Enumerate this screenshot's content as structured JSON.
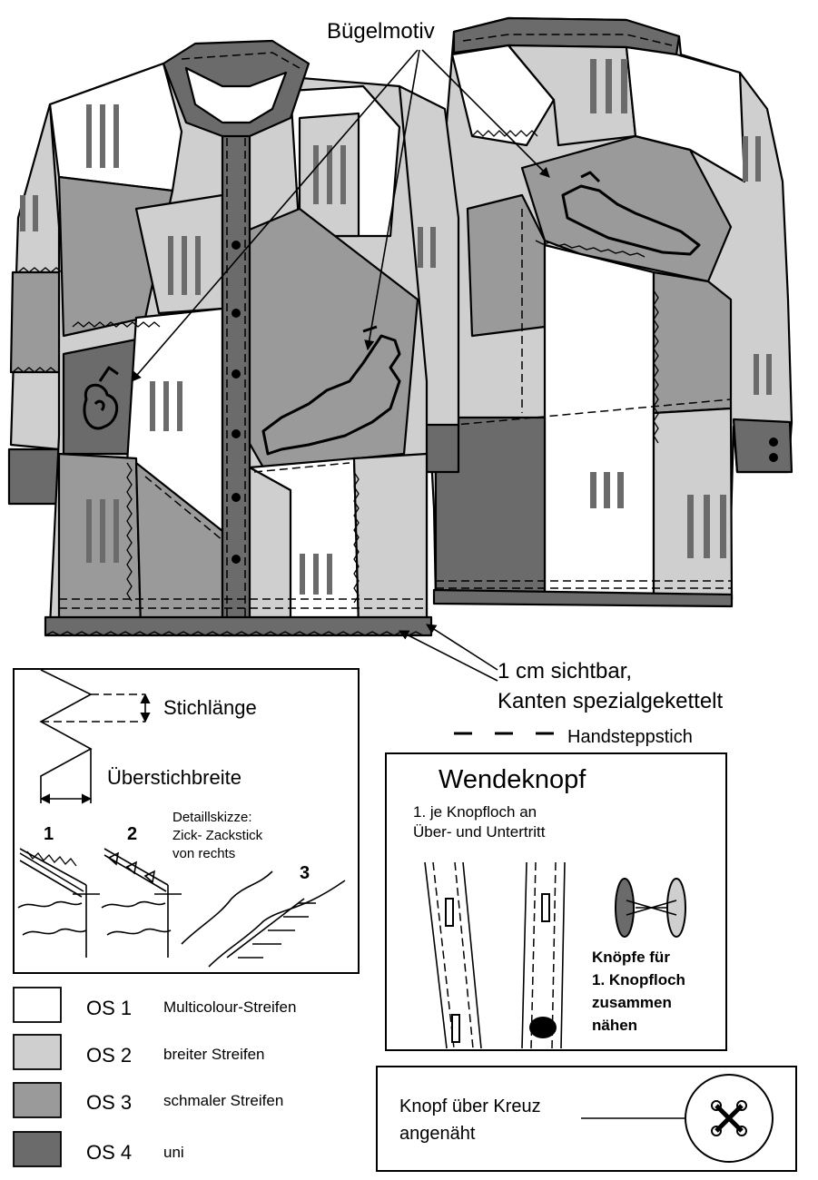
{
  "callouts": {
    "motif": "Bügelmotiv",
    "edge_line1": "1 cm sichtbar,",
    "edge_line2": "Kanten spezialgekettelt",
    "hand_stitch": "Handsteppstich"
  },
  "stitch_box": {
    "stitch_length": "Stichlänge",
    "overstitch_width": "Überstichbreite",
    "detail_line1": "Detaillskizze:",
    "detail_line2": "Zick- Zackstick",
    "detail_line3": "von rechts",
    "step1": "1",
    "step2": "2",
    "step3": "3"
  },
  "legend": [
    {
      "code": "OS 1",
      "label": "Multicolour-Streifen",
      "color": "#ffffff"
    },
    {
      "code": "OS 2",
      "label": "breiter Streifen",
      "color": "#cfcfcf"
    },
    {
      "code": "OS 3",
      "label": "schmaler Streifen",
      "color": "#9a9a9a"
    },
    {
      "code": "OS 4",
      "label": "uni",
      "color": "#6b6b6b"
    }
  ],
  "reversible_button": {
    "title": "Wendeknopf",
    "note_line1": "1. je Knopfloch an",
    "note_line2": "Über- und Untertritt",
    "buttons_line1": "Knöpfe für",
    "buttons_line2": "1. Knopfloch",
    "buttons_line3": "zusammen",
    "buttons_line4": "nähen"
  },
  "cross_button": {
    "line1": "Knopf über Kreuz",
    "line2": "angenäht"
  }
}
